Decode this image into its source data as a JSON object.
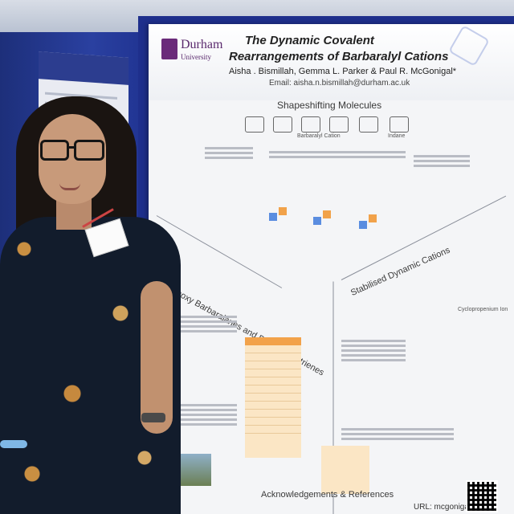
{
  "poster": {
    "title_line1": "The Dynamic Covalent",
    "title_line2": "Rearrangements of Barbaralyl Cations",
    "authors": "Aisha . Bismillah, Gemma L. Parker & Paul R. McGonigal*",
    "email": "Email: aisha.n.bismillah@durham.ac.uk",
    "logo_name": "Durham",
    "logo_sub": "University",
    "sections": {
      "shapeshifting": "Shapeshifting Molecules",
      "methoxy": "Methoxy Barbaralanes and Bicyclononatrienes",
      "dynamic": "Stabilised Dynamic Cations",
      "acknowledgements": "Acknowledgements & References"
    },
    "url": "URL: mcgonigalgroup",
    "small_labels": {
      "cyclopropenium": "Cyclopropenium Ion",
      "barbaralyl": "Barbaralyl Cation",
      "indane": "Indane"
    }
  },
  "colors": {
    "board": "#1e2f8c",
    "poster_bg": "#f4f5f7",
    "table_header": "#f2a24a",
    "durham_purple": "#5a2a6d"
  }
}
